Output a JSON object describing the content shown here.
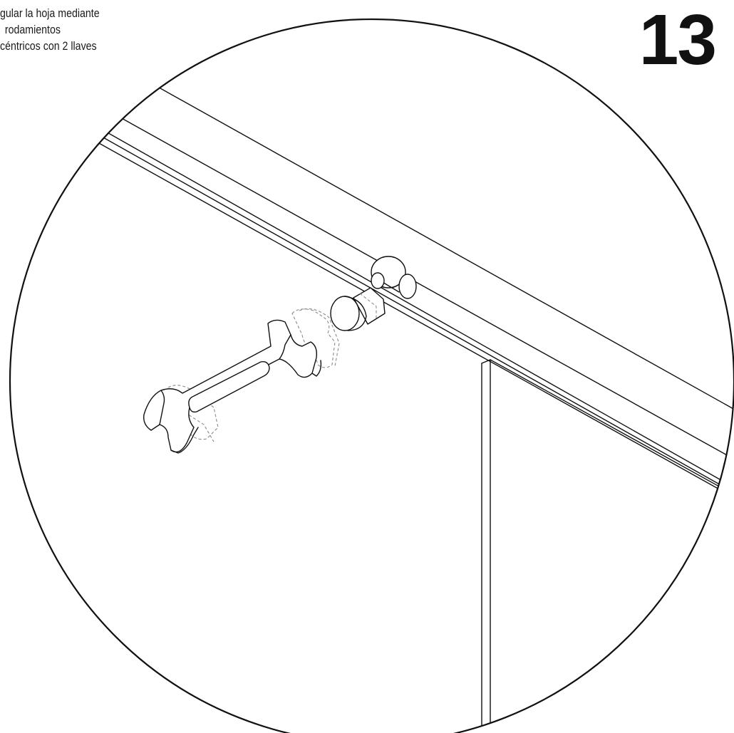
{
  "instruction": {
    "lines": [
      "gular la hoja mediante",
      "rodamientos",
      "céntricos con 2 llaves"
    ]
  },
  "step": {
    "number": "13"
  }
}
